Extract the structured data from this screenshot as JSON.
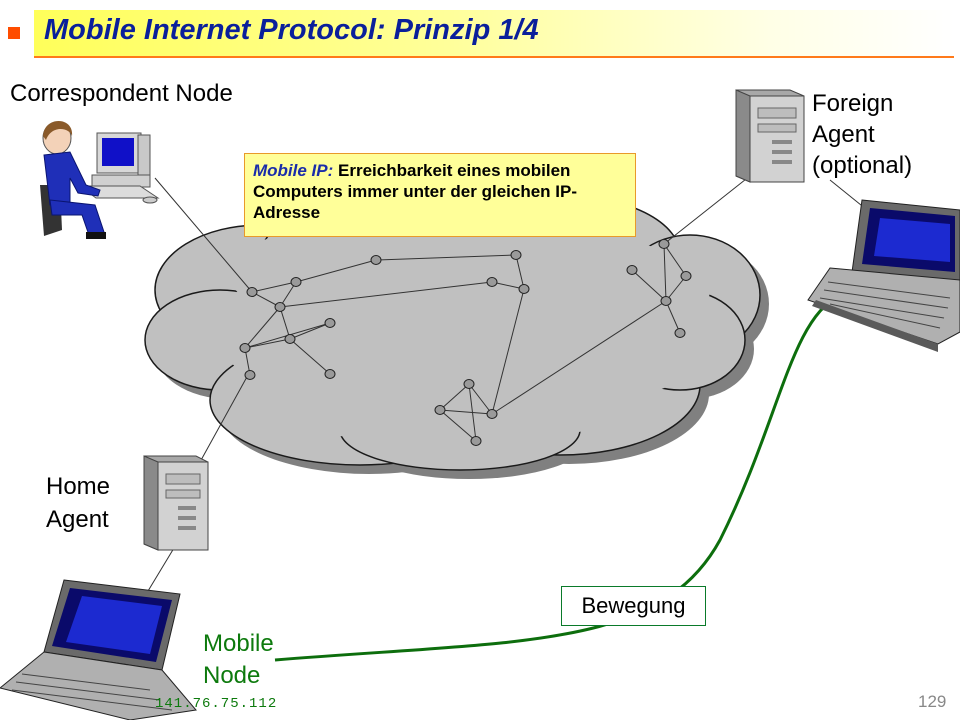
{
  "slide": {
    "title": "Mobile Internet Protocol: Prinzip 1/4",
    "page_number": "129",
    "footer_ip": "141.76.75.112"
  },
  "labels": {
    "correspondent_node": "Correspondent Node",
    "foreign_agent": "Foreign Agent (optional)",
    "home_agent": "Home Agent",
    "mobile_node": "Mobile Node",
    "movement": "Bewegung"
  },
  "info_box": {
    "lead": "Mobile IP:",
    "text": "Erreichbarkeit eines mobilen Computers immer unter der gleichen IP-Adresse"
  },
  "colors": {
    "title_text": "#0a1f9b",
    "title_bar": "#ffff5a",
    "accent_bullet": "#ff4d00",
    "cloud_fill": "#c0c0c0",
    "movement_path": "#0d6e0d",
    "mobile_label": "#0d7a0d"
  }
}
